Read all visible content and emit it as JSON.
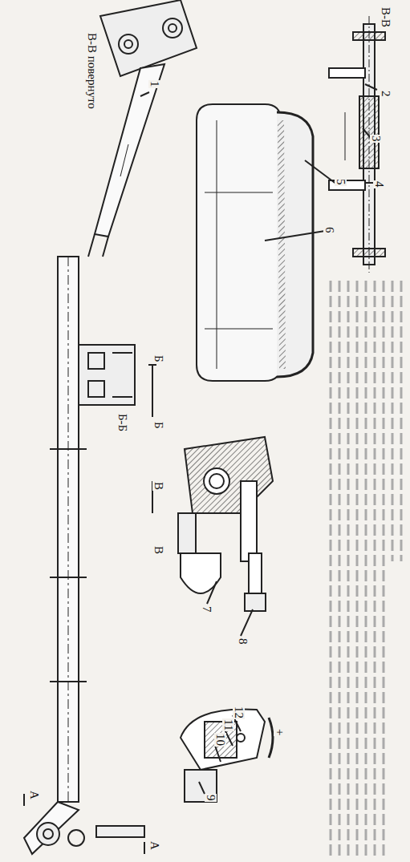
{
  "diagram": {
    "labels": [
      "В-В",
      "2",
      "3",
      "4",
      "5",
      "6",
      "1",
      "В-В повернуто",
      "Б",
      "Б",
      "В",
      "В",
      "Б-Б",
      "7",
      "8",
      "+",
      "12",
      "11",
      "10",
      "9",
      "А",
      "А"
    ]
  }
}
